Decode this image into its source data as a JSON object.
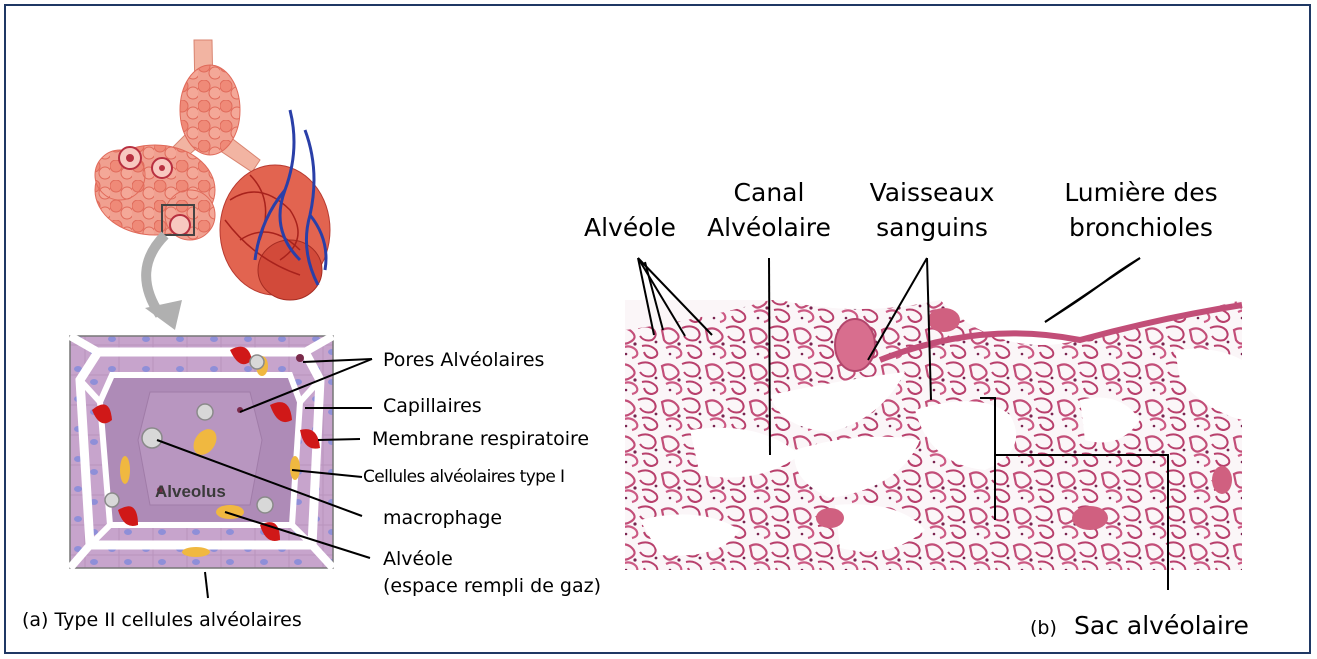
{
  "panel_a": {
    "callouts": [
      "Pores Alvéolaires",
      "Capillaires",
      "Membrane respiratoire",
      "Cellules alvéolaires type I",
      "macrophage",
      "Alvéole",
      "(espace rempli de gaz)"
    ],
    "inset_label": "Alveolus",
    "caption": "(a) Type II cellules alvéolaires"
  },
  "panel_b": {
    "labels": {
      "alveole": "Alvéole",
      "canal_line1": "Canal",
      "canal_line2": "Alvéolaire",
      "vaisseaux_line1": "Vaisseaux",
      "vaisseaux_line2": "sanguins",
      "lumiere_line1": "Lumière des",
      "lumiere_line2": "bronchioles"
    },
    "caption_letter": "(b)",
    "caption_text": "Sac alvéolaire"
  },
  "colors": {
    "frame": "#1f3864",
    "tissue": "#c8507a",
    "lung_pink": "#e8806e",
    "capillary_red": "#d42020",
    "vein_blue": "#2a3fa8",
    "inset_bg": "#c9a8cc"
  }
}
